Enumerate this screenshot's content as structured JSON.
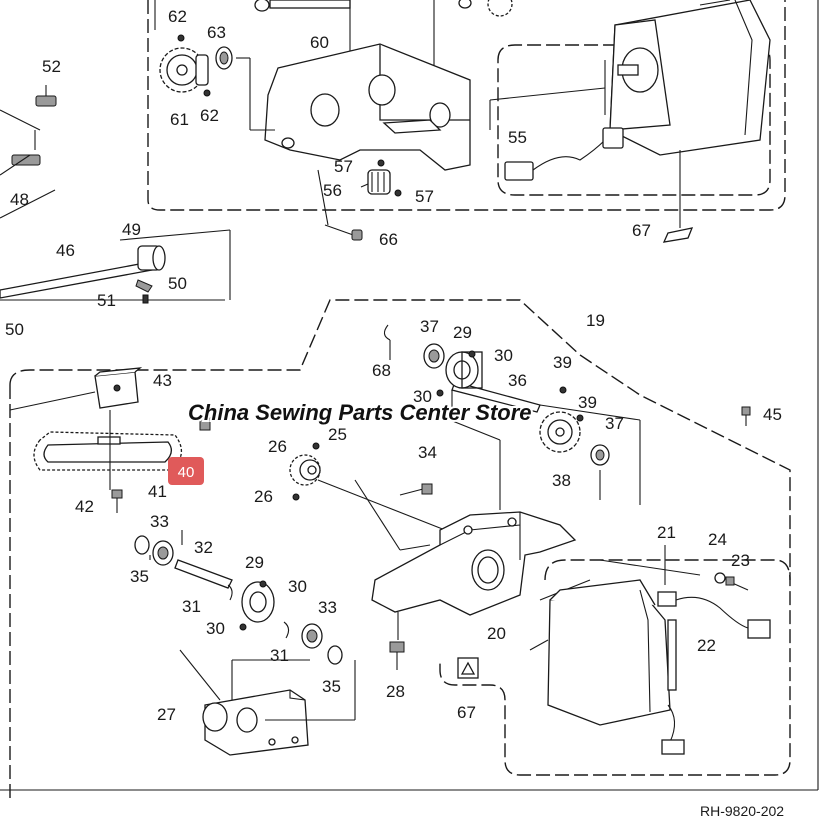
{
  "labels": {
    "p62a": "62",
    "p63": "63",
    "p60": "60",
    "p61": "61",
    "p62b": "62",
    "p52": "52",
    "p48": "48",
    "p57a": "57",
    "p56": "56",
    "p57b": "57",
    "p55": "55",
    "p66": "66",
    "p67a": "67",
    "p49": "49",
    "p46": "46",
    "p50a": "50",
    "p51": "51",
    "p50b": "50",
    "p19": "19",
    "p37a": "37",
    "p29a": "29",
    "p30a": "30",
    "p68": "68",
    "p30b": "30",
    "p36": "36",
    "p39a": "39",
    "p39b": "39",
    "p37b": "37",
    "p45": "45",
    "p43": "43",
    "p26a": "26",
    "p25": "25",
    "p34": "34",
    "p38": "38",
    "p41": "41",
    "p42": "42",
    "p26b": "26",
    "p33a": "33",
    "p32": "32",
    "p35a": "35",
    "p29b": "29",
    "p30c": "30",
    "p31a": "31",
    "p30d": "30",
    "p33b": "33",
    "p31b": "31",
    "p35b": "35",
    "p21": "21",
    "p24": "24",
    "p23": "23",
    "p22": "22",
    "p20": "20",
    "p28": "28",
    "p27": "27",
    "p67b": "67"
  },
  "highlight": {
    "label": "40",
    "color": "#e05a5a"
  },
  "watermark": "China Sewing Parts Center Store",
  "drawing_code": "RH-9820-202"
}
